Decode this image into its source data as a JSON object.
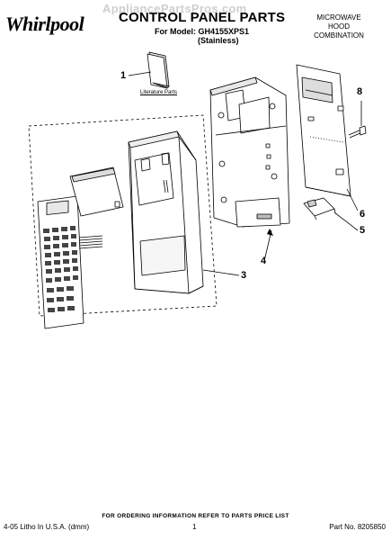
{
  "header": {
    "watermark": "AppliancePartsPros.com",
    "brand": "Whirlpool",
    "title": "CONTROL PANEL PARTS",
    "model_line": "For Model: GH4155XPS1",
    "finish": "(Stainless)",
    "product_type": [
      "MICROWAVE",
      "HOOD",
      "COMBINATION"
    ]
  },
  "callouts": {
    "literature_label": "Literature Parts",
    "numbers": [
      "1",
      "3",
      "4",
      "5",
      "6",
      "8"
    ]
  },
  "footer": {
    "ordering_info": "FOR ORDERING INFORMATION REFER TO PARTS PRICE LIST",
    "print_info": "4-05 Litho In U.S.A. (dmm)",
    "page": "1",
    "part_no": "Part No. 8205850"
  }
}
